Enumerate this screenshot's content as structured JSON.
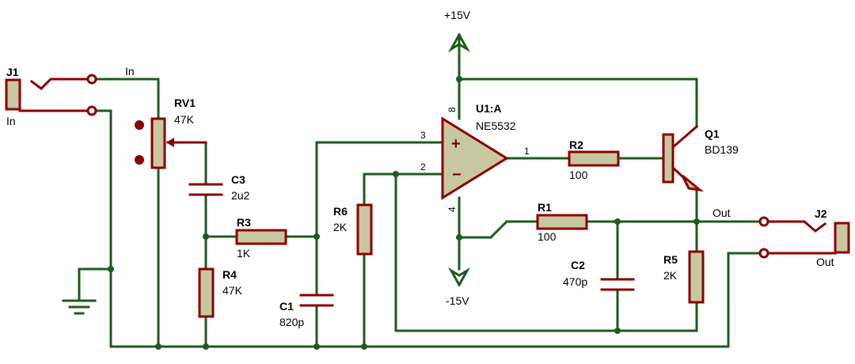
{
  "connectors": {
    "j1": {
      "ref": "J1",
      "label": "In"
    },
    "j2": {
      "ref": "J2",
      "label": "Out"
    }
  },
  "net_labels": {
    "in": "In",
    "out": "Out"
  },
  "supplies": {
    "positive": "+15V",
    "negative": "-15V"
  },
  "opamp": {
    "ref": "U1:A",
    "part": "NE5532",
    "pins": {
      "noninv": "3",
      "inv": "2",
      "out": "1",
      "vplus": "8",
      "vminus": "4"
    }
  },
  "components": {
    "rv1": {
      "ref": "RV1",
      "value": "47K"
    },
    "c3": {
      "ref": "C3",
      "value": "2u2"
    },
    "r3": {
      "ref": "R3",
      "value": "1K"
    },
    "r4": {
      "ref": "R4",
      "value": "47K"
    },
    "c1": {
      "ref": "C1",
      "value": "820p"
    },
    "r6": {
      "ref": "R6",
      "value": "2K"
    },
    "r2": {
      "ref": "R2",
      "value": "100"
    },
    "q1": {
      "ref": "Q1",
      "value": "BD139"
    },
    "r1": {
      "ref": "R1",
      "value": "100"
    },
    "c2": {
      "ref": "C2",
      "value": "470p"
    },
    "r5": {
      "ref": "R5",
      "value": "2K"
    }
  },
  "colors": {
    "wire": "#1f5a1f",
    "component_outline": "#8b0000",
    "component_fill": "#c8c8a0",
    "background": "#ffffff"
  }
}
